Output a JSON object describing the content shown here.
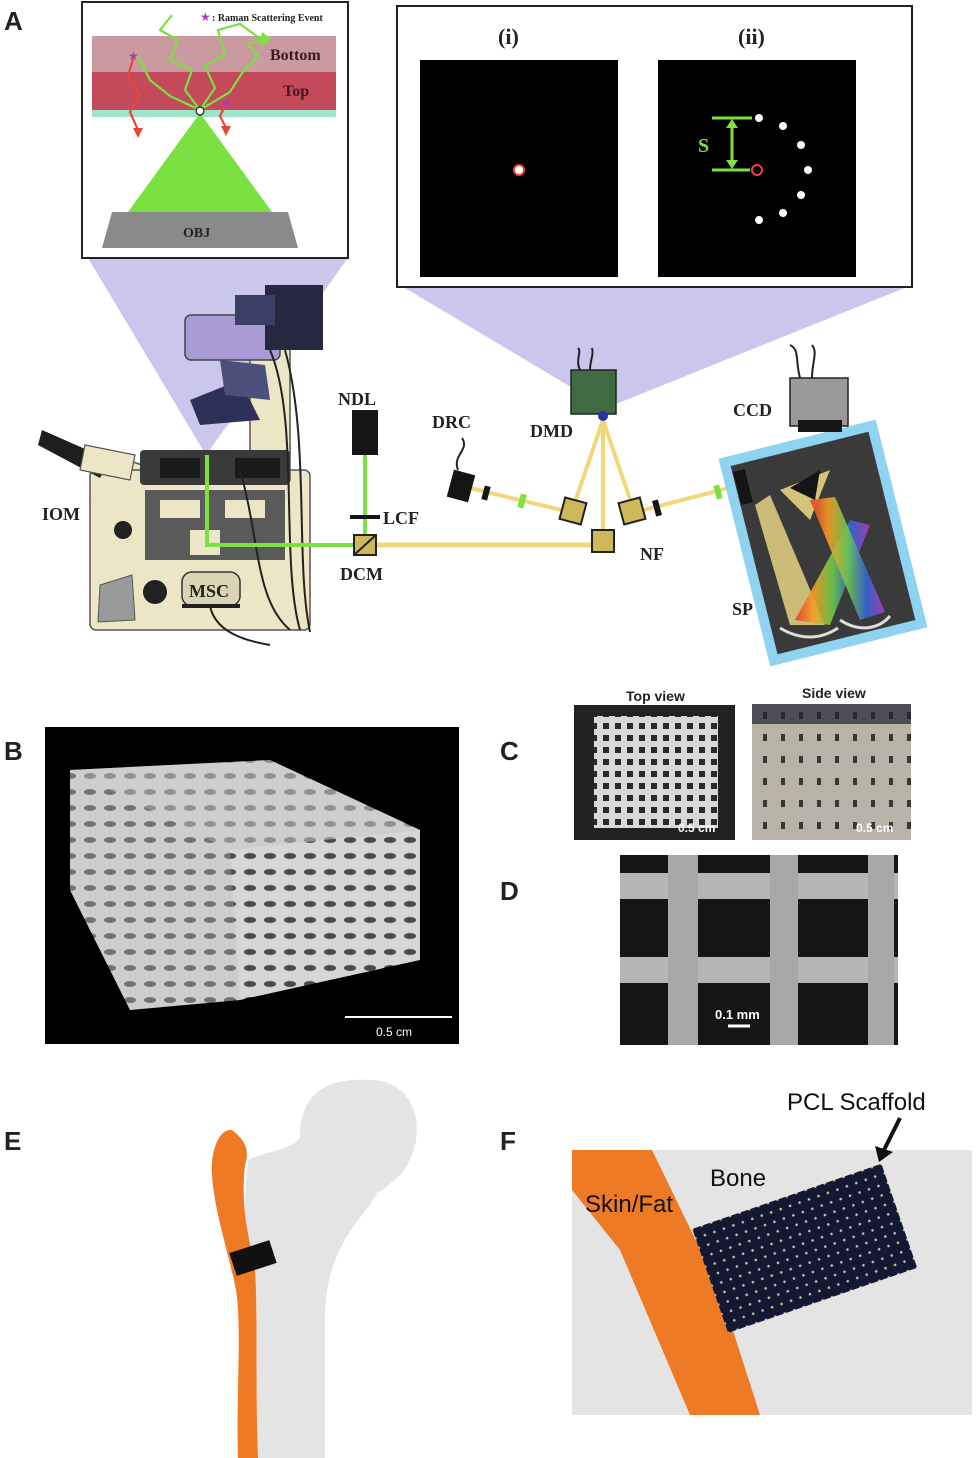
{
  "panels": {
    "A": {
      "letter": "A",
      "inset_legend": ": Raman Scattering Event",
      "layer_bottom": "Bottom",
      "layer_top": "Top",
      "objective": "OBJ",
      "roi_i": "(i)",
      "roi_ii": "(ii)",
      "spacing": "S",
      "labels": {
        "iom": "IOM",
        "msc": "MSC",
        "ndl": "NDL",
        "lcf": "LCF",
        "dcm": "DCM",
        "drc": "DRC",
        "dmd": "DMD",
        "nf": "NF",
        "ccd": "CCD",
        "sp": "SP"
      }
    },
    "B": {
      "letter": "B",
      "scale": "0.5 cm"
    },
    "C": {
      "letter": "C",
      "top_title": "Top view",
      "side_title": "Side view",
      "top_scale": "0.5 cm",
      "side_scale": "0.5 cm"
    },
    "D": {
      "letter": "D",
      "scale": "0.1 mm"
    },
    "E": {
      "letter": "E"
    },
    "F": {
      "letter": "F",
      "scaffold": "PCL Scaffold",
      "bone": "Bone",
      "skin": "Skin/Fat"
    }
  },
  "colors": {
    "laser_green": "#7be041",
    "raman_red": "#e8463a",
    "bottom_layer": "#c99aa0",
    "top_layer": "#c4495a",
    "projection": "#b9b3e6",
    "skin_orange": "#ef7a26",
    "bone_gray": "#e4e4e4",
    "spectrometer_blue": "#8fd3f0"
  }
}
